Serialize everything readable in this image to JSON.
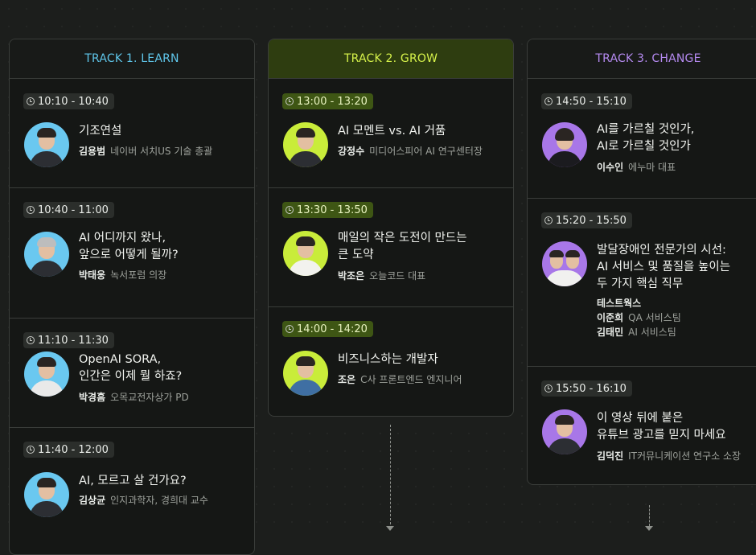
{
  "tracks": [
    {
      "title": "TRACK 1. LEARN",
      "sessions": [
        {
          "time": "10:10 - 10:40",
          "title": [
            "기조연설"
          ],
          "speaker": "김용범",
          "role": "네이버 서치US 기술 총괄"
        },
        {
          "time": "10:40 - 11:00",
          "title": [
            "AI 어디까지 왔나,",
            "앞으로 어떻게 될까?"
          ],
          "speaker": "박태웅",
          "role": "녹서포럼 의장"
        },
        {
          "time": "11:10 - 11:30",
          "title": [
            "OpenAI SORA,",
            "인간은 이제 뭘 하죠?"
          ],
          "speaker": "박경흠",
          "role": "오목교전자상가 PD"
        },
        {
          "time": "11:40 - 12:00",
          "title": [
            "AI, 모르고 살 건가요?"
          ],
          "speaker": "김상균",
          "role": "인지과학자, 경희대 교수"
        }
      ]
    },
    {
      "title": "TRACK 2. GROW",
      "sessions": [
        {
          "time": "13:00 - 13:20",
          "title": [
            "AI 모멘트 vs. AI 거품"
          ],
          "speaker": "강정수",
          "role": "미디어스피어 AI 연구센터장"
        },
        {
          "time": "13:30 - 13:50",
          "title": [
            "매일의 작은 도전이 만드는",
            "큰 도약"
          ],
          "speaker": "박조은",
          "role": "오늘코드 대표"
        },
        {
          "time": "14:00 - 14:20",
          "title": [
            "비즈니스하는 개발자"
          ],
          "speaker": "조은",
          "role": "C사 프론트엔드 엔지니어"
        }
      ]
    },
    {
      "title": "TRACK 3. CHANGE",
      "sessions": [
        {
          "time": "14:50 - 15:10",
          "title": [
            "AI를 가르칠 것인가,",
            "AI로 가르칠 것인가"
          ],
          "speaker": "이수인",
          "role": "에누마 대표"
        },
        {
          "time": "15:20 - 15:50",
          "title": [
            "발달장애인 전문가의 시선:",
            "AI 서비스 및 품질을 높이는",
            "두 가지 핵심 직무"
          ],
          "org": "테스트웍스",
          "speakers": [
            {
              "name": "이준희",
              "role": "QA 서비스팀"
            },
            {
              "name": "김태민",
              "role": "AI 서비스팀"
            }
          ]
        },
        {
          "time": "15:50 - 16:10",
          "title": [
            "이 영상 뒤에 붙은",
            "유튜브 광고를 믿지 마세요"
          ],
          "speaker": "김덕진",
          "role": "IT커뮤니케이션 연구소 소장"
        }
      ]
    }
  ],
  "colors": {
    "track1_accent": "#5fc6ea",
    "track2_accent": "#d6f24a",
    "track3_accent": "#b58af0",
    "background": "#1c1e1c"
  }
}
